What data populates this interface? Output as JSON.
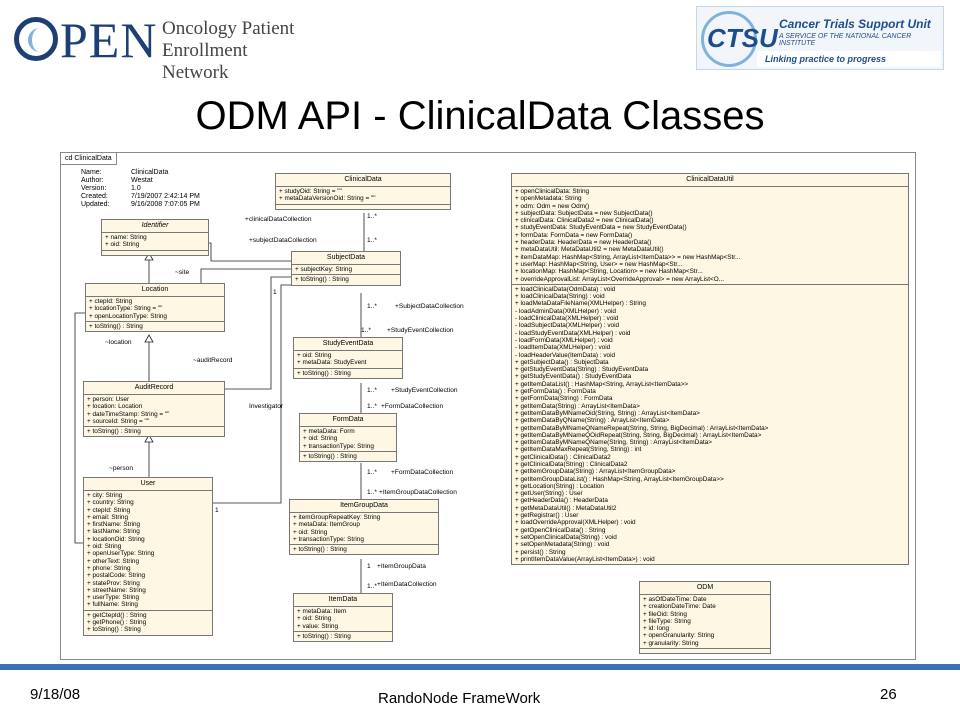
{
  "header": {
    "open_logo_word": "PEN",
    "open_logo_line1": "Oncology Patient",
    "open_logo_line2": "Enrollment Network",
    "ctsu_logo_word": "CTSU",
    "ctsu_logo_name": "Cancer Trials Support Unit",
    "ctsu_logo_sub": "A SERVICE OF THE NATIONAL CANCER INSTITUTE",
    "ctsu_logo_tagline": "Linking practice to progress"
  },
  "title": "ODM API - ClinicalData Classes",
  "diagram": {
    "frame_tab": "cd ClinicalData",
    "meta": [
      {
        "k": "Name:",
        "v": "ClinicalData"
      },
      {
        "k": "Author:",
        "v": "Westat"
      },
      {
        "k": "Version:",
        "v": "1.0"
      },
      {
        "k": "Created:",
        "v": "7/19/2007 2:42:14 PM"
      },
      {
        "k": "Updated:",
        "v": "9/16/2008 7:07:05 PM"
      }
    ],
    "classes": {
      "clinicaldata": {
        "name": "ClinicalData",
        "attrs": [
          "+   studyOid:  String = \"\"",
          "+   metaDataVersionOid:  String = \"\""
        ]
      },
      "identifier": {
        "name": "Identifier",
        "attrs": [
          "+   name:  String",
          "+   oid:  String"
        ]
      },
      "subjectdata": {
        "name": "SubjectData",
        "attrs": [
          "+   subjectKey:  String"
        ],
        "ops": [
          "+   toString() : String"
        ]
      },
      "location": {
        "name": "Location",
        "attrs": [
          "+   ctepId:  String",
          "+   locationType:  String = \"\"",
          "+   openLocationType:  String"
        ],
        "ops": [
          "+   toString() : String"
        ]
      },
      "studyeventdata": {
        "name": "StudyEventData",
        "attrs": [
          "+   oid:  String",
          "+   metaData:  StudyEvent"
        ],
        "ops": [
          "+   toString() : String"
        ]
      },
      "auditrecord": {
        "name": "AuditRecord",
        "attrs": [
          "+   person:  User",
          "+   location:  Location",
          "+   dateTimeStamp:  String = \"\"",
          "+   sourceId:  String = \"\""
        ],
        "ops": [
          "+   toString() : String"
        ]
      },
      "formdata": {
        "name": "FormData",
        "attrs": [
          "+   metaData:  Form",
          "+   oid:  String",
          "+   transactionType:  String"
        ],
        "ops": [
          "+   toString() : String"
        ]
      },
      "user": {
        "name": "User",
        "attrs": [
          "+   city:  String",
          "+   country:  String",
          "+   ctepId:  String",
          "+   email:  String",
          "+   firstName:  String",
          "+   lastName:  String",
          "+   locationOid:  String",
          "+   oid:  String",
          "+   openUserType:  String",
          "+   otherText:  String",
          "+   phone:  String",
          "+   postalCode:  String",
          "+   stateProv:  String",
          "+   streetName:  String",
          "+   userType:  String",
          "+   fullName:  String"
        ],
        "ops": [
          "+   getCtepId() : String",
          "+   getPhone() : String",
          "+   toString() : String"
        ]
      },
      "itemgroupdata": {
        "name": "ItemGroupData",
        "attrs": [
          "+   itemGroupRepeatKey:  String",
          "+   metaData:  ItemGroup",
          "+   oid:  String",
          "+   transactionType:  String"
        ],
        "ops": [
          "+   toString() : String"
        ]
      },
      "itemdata": {
        "name": "ItemData",
        "attrs": [
          "+   metaData:  Item",
          "+   oid:  String",
          "+   value:  String"
        ],
        "ops": [
          "+   toString() : String"
        ]
      },
      "clinicaldatautil": {
        "name": "ClinicalDataUtil",
        "attrs": [
          "+   openClinicalData:  String",
          "+   openMetadata:  String",
          "+   odm:  Odm = new Odm()",
          "+   subjectData:  SubjectData = new SubjectData()",
          "+   clinicalData:  ClinicalData2 = new ClinicalData()",
          "+   studyEventData:  StudyEventData = new StudyEventData()",
          "+   formData:  FormData = new FormData()",
          "+   headerData:  HeaderData = new HeaderData()",
          "+   metaDataUtil:  MetaDataUtil2 = new MetaDataUtil()",
          "+   itemDataMap:  HashMap<String, ArrayList<ItemData>> = new HashMap<Str...",
          "+   userMap:  HashMap<String, User> = new HashMap<Str...",
          "+   locationMap:  HashMap<String, Location> = new HashMap<Str...",
          "+   overrideApprovalList:  ArrayList<OverrideApproval> = new ArrayList<O..."
        ],
        "ops": [
          "+   loadClinicalData(OdmData) : void",
          "+   loadClinicalData(String) : void",
          "+   loadMetaDataFileName(XMLHelper) : String",
          "-   loadAdminData(XMLHelper) : void",
          "-   loadClinicalData(XMLHelper) : void",
          "-   loadSubjectData(XMLHelper) : void",
          "-   loadStudyEventData(XMLHelper) : void",
          "-   loadFormData(XMLHelper) : void",
          "-   loadItemData(XMLHelper) : void",
          "-   loadHeaderValue(ItemData) : void",
          "+   getSubjectData() : SubjectData",
          "+   getStudyEventData(String) : StudyEventData",
          "+   getStudyEventData() : StudyEventData",
          "+   getItemDataList() : HashMap<String, ArrayList<ItemData>>",
          "+   getFormData() : FormData",
          "+   getFormData(String) : FormData",
          "+   getItemData(String) : ArrayList<ItemData>",
          "+   getItemDataByMNameOid(String, String) : ArrayList<ItemData>",
          "+   getItemDataByQName(String) : ArrayList<ItemData>",
          "+   getItemDataByMNameQNameRepeat(String, String, BigDecimal) : ArrayList<ItemData>",
          "+   getItemDataByMNameQOidRepeat(String, String, BigDecimal) : ArrayList<ItemData>",
          "+   getItemDataByMNameQName(String, String) : ArrayList<ItemData>",
          "+   getItemDataMaxRepeat(String, String) : int",
          "+   getClinicalData() : ClinicalData2",
          "+   getClinicalData(String) : ClinicalData2",
          "+   getItemGroupData(String) : ArrayList<ItemGroupData>",
          "+   getItemGroupDataList() : HashMap<String, ArrayList<ItemGroupData>>",
          "+   getLocation(String) : Location",
          "+   getUser(String) : User",
          "+   getHeaderData() : HeaderData",
          "+   getMetaDataUtil() : MetaDataUtil2",
          "+   getRegistrar() : User",
          "+   loadOverrideApproval(XMLHelper) : void",
          "+   getOpenClinicalData() : String",
          "+   setOpenClinicalData(String) : void",
          "+   setOpenMetadata(String) : void",
          "+   persist() : String",
          "+   printItemDataValue(ArrayList<ItemData>) : void"
        ]
      },
      "odm": {
        "name": "ODM",
        "attrs": [
          "+   asOfDateTime:  Date",
          "+   creationDateTime:  Date",
          "+   fileOid:  String",
          "+   fileType:  String",
          "+   id:  long",
          "+   openGranularity:  String",
          "+   granularity:  String"
        ]
      }
    },
    "connectors": {
      "clinical_data_collection": "+clinicalDataCollection",
      "clinical_mult": "1..*",
      "subject_data_collection": "+subjectDataCollection",
      "subject_mult": "1..*",
      "site": "~site",
      "one_a": "1",
      "location_role": "~location",
      "audit_record": "~auditRecord",
      "investigator": "Investigator",
      "person": "~person",
      "one_b": "1",
      "subject_data_collection2": "+SubjectDataCollection",
      "subject_mult2": "1..*",
      "study_event_collection": "+StudyEventCollection",
      "study_event_mult": "1..*",
      "study_event_collection2": "+StudyEventCollection",
      "study_event_mult2": "1..*",
      "form_data_collection": "+FormDataCollection",
      "form_mult": "1..*",
      "form_data_collection2": "+FormDataCollection",
      "form_mult2": "1..*",
      "item_group_data_collection": "+ItemGroupDataCollection",
      "item_group_mult": "1..*",
      "item_group_data": "+ItemGroupData",
      "one_c": "1",
      "item_data_collection": "+ItemDataCollection",
      "item_mult": "1..*"
    }
  },
  "footer": {
    "date": "9/18/08",
    "center": "RandoNode FrameWork",
    "page": "26"
  },
  "colors": {
    "class_fill": "#fdf7e4",
    "footer_bar": "#3a70b5",
    "logo_blue": "#1e3f74"
  }
}
